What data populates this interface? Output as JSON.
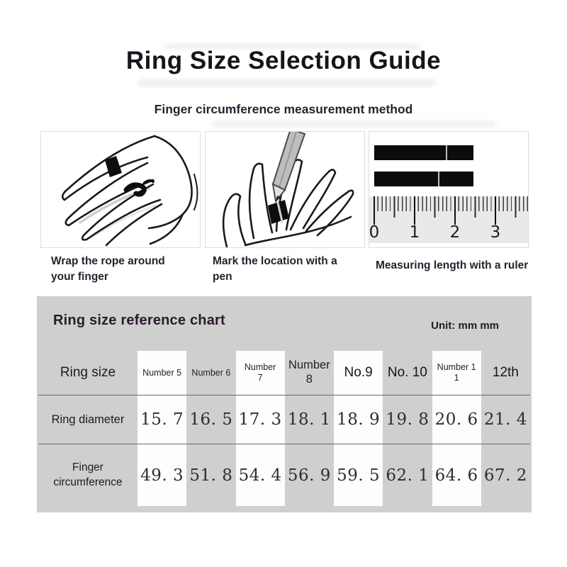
{
  "page": {
    "title": "Ring Size Selection Guide",
    "subtitle": "Finger circumference measurement method"
  },
  "steps": [
    {
      "caption": "Wrap the rope around your finger"
    },
    {
      "caption": "Mark the location with a pen"
    },
    {
      "caption": "Measuring length with a ruler"
    }
  ],
  "ruler": {
    "numbers": [
      "0",
      "1",
      "2",
      "3"
    ]
  },
  "chart": {
    "title": "Ring size reference chart",
    "unit": "Unit: mm mm",
    "row_headers": [
      "Ring size",
      "Ring diameter",
      "Finger circumference"
    ],
    "columns": [
      "Number 5",
      "Number 6",
      "Number\n7",
      "Number\n8",
      "No.9",
      "No. 10",
      "Number 1\n1",
      "12th"
    ],
    "diameters": [
      "15. 7",
      "16. 5",
      "17. 3",
      "18. 1",
      "18. 9",
      "19. 8",
      "20. 6",
      "21. 4"
    ],
    "circumferences": [
      "49. 3",
      "51. 8",
      "54. 4",
      "56. 9",
      "59. 5",
      "62. 1",
      "64. 6",
      "67. 2"
    ]
  },
  "chart_data": {
    "type": "table",
    "title": "Ring size reference chart",
    "unit": "mm",
    "categories": [
      "Number 5",
      "Number 6",
      "Number 7",
      "Number 8",
      "No.9",
      "No. 10",
      "Number 11",
      "12th"
    ],
    "series": [
      {
        "name": "Ring diameter",
        "values": [
          15.7,
          16.5,
          17.3,
          18.1,
          18.9,
          19.8,
          20.6,
          21.4
        ]
      },
      {
        "name": "Finger circumference",
        "values": [
          49.3,
          51.8,
          54.4,
          56.9,
          59.5,
          62.1,
          64.6,
          67.2
        ]
      }
    ]
  },
  "colors": {
    "panel_bg": "#cfcfcf",
    "stripe_bg": "#fdfdfd",
    "title_text": "#17141c",
    "accent_dark_purple": "#2b1b2d",
    "ink": "#1a1a1a"
  }
}
